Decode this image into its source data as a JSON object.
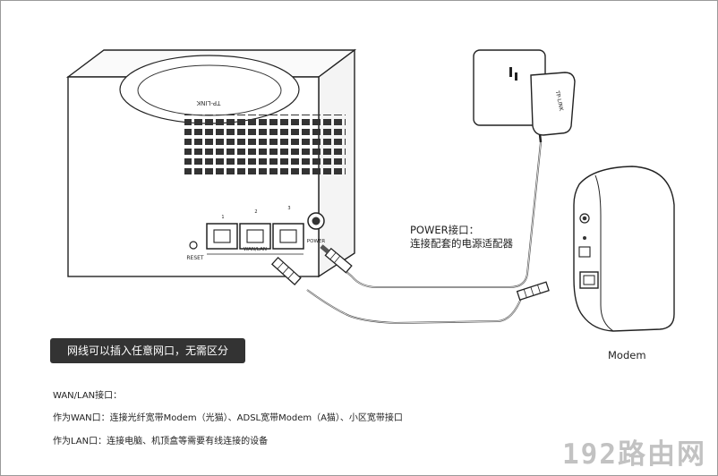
{
  "device": {
    "port_numbers": [
      "1",
      "2",
      "3"
    ],
    "reset_label": "RESET",
    "wan_lan_label": "WAN/LAN",
    "power_port_label": "POWER",
    "top_logo": "TP-LINK",
    "adapter_logo": "TP-LINK"
  },
  "callouts": {
    "power_title": "POWER接口：",
    "power_desc": "连接配套的电源适配器",
    "modem": "Modem"
  },
  "note": "网线可以插入任意网口，无需区分",
  "info": {
    "title": "WAN/LAN接口：",
    "wan_line": "作为WAN口：连接光纤宽带Modem（光猫）、ADSL宽带Modem（A猫）、小区宽带接口",
    "lan_line": "作为LAN口：连接电脑、机顶盒等需要有线连接的设备"
  },
  "watermark": "192路由网",
  "colors": {
    "note_bg": "#333333",
    "line": "#222222",
    "cable": "#555555",
    "watermark": "#c2c2c2"
  }
}
